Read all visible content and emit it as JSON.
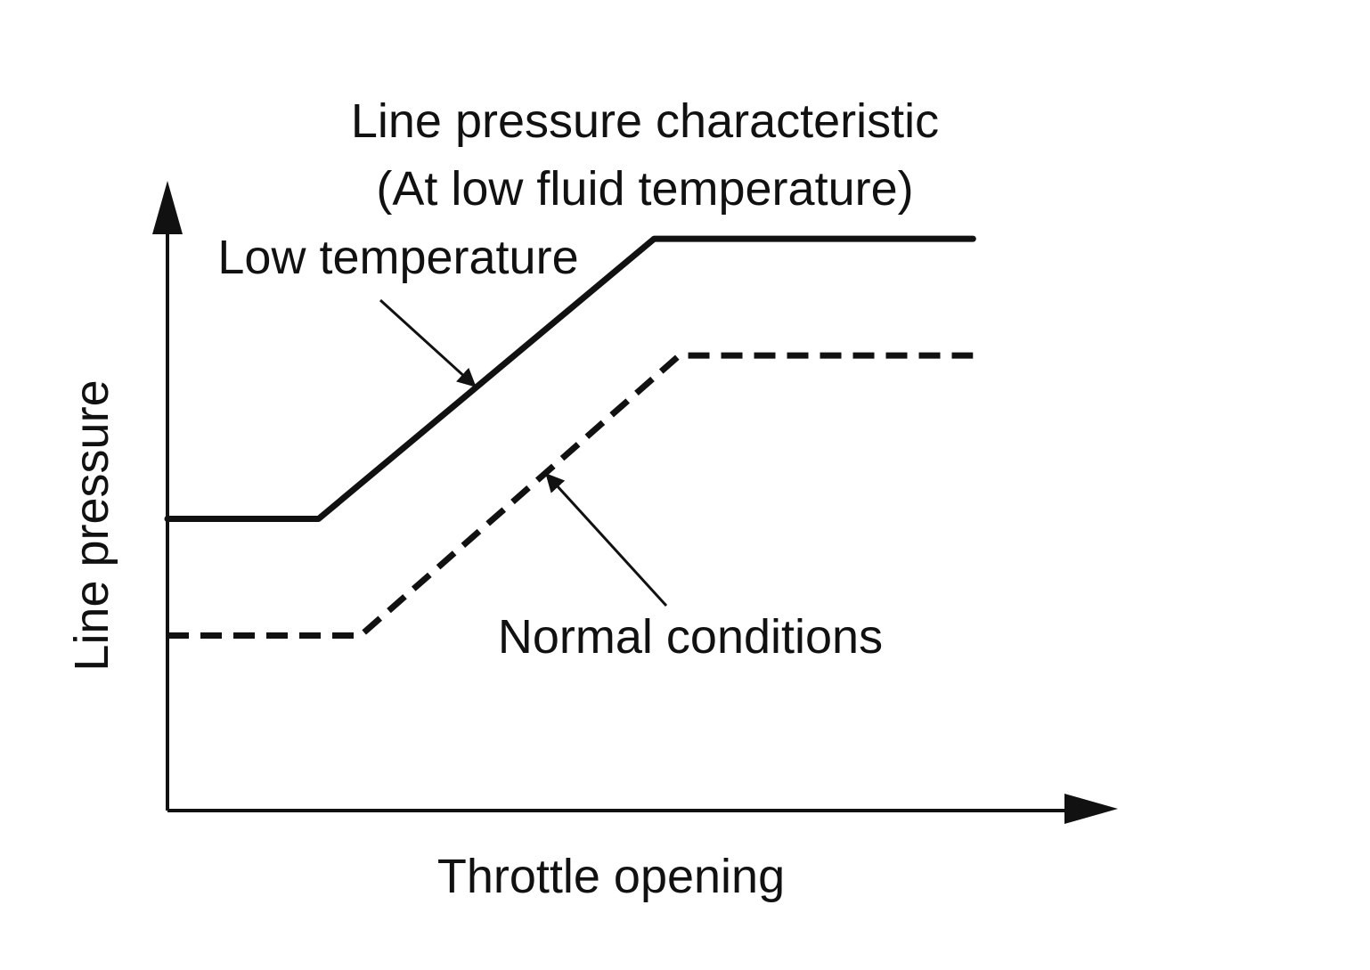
{
  "chart_data": {
    "type": "line",
    "title": "Line pressure characteristic",
    "subtitle": "(At low fluid temperature)",
    "xlabel": "Throttle opening",
    "ylabel": "Line pressure",
    "xlim": [
      0,
      100
    ],
    "ylim": [
      0,
      100
    ],
    "grid": false,
    "ticks": false,
    "series": [
      {
        "name": "Low temperature",
        "style": "solid",
        "x": [
          0,
          18,
          58,
          96
        ],
        "y": [
          50,
          50,
          98,
          98
        ]
      },
      {
        "name": "Normal conditions",
        "style": "dashed",
        "x": [
          0,
          23,
          61,
          96
        ],
        "y": [
          30,
          30,
          78,
          78
        ]
      }
    ],
    "annotations": [
      {
        "text": "Low temperature",
        "series": 0
      },
      {
        "text": "Normal conditions",
        "series": 1
      }
    ]
  }
}
